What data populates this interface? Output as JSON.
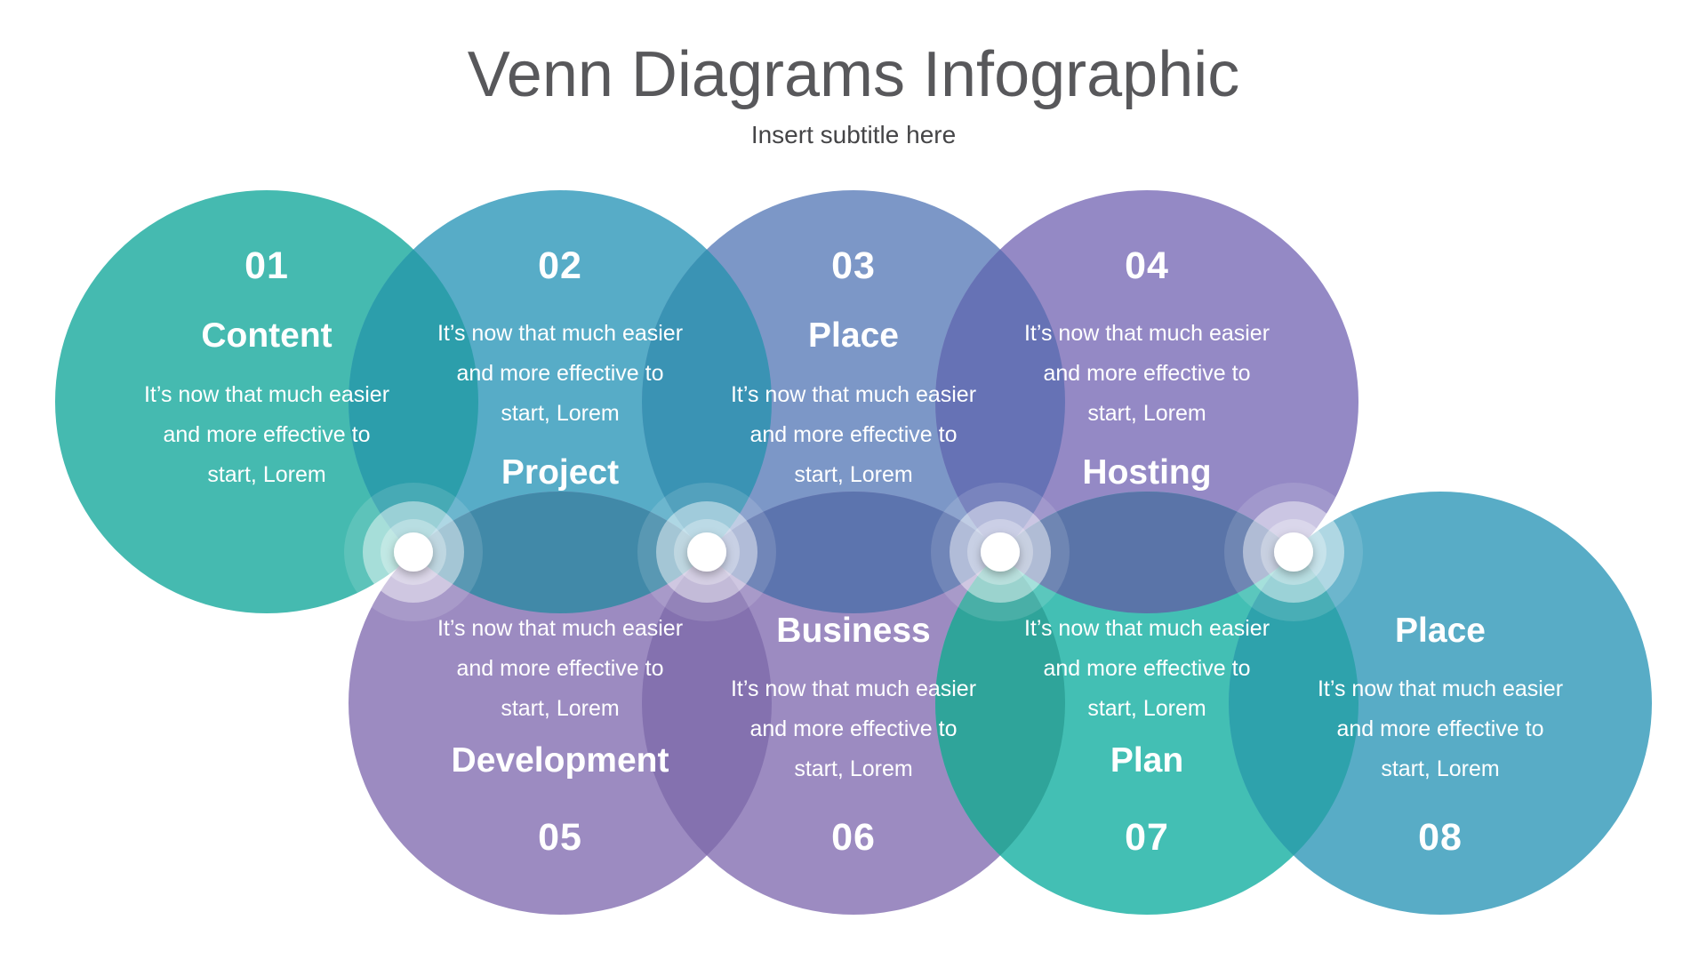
{
  "header": {
    "title": "Venn Diagrams Infographic",
    "subtitle": "Insert subtitle here"
  },
  "css_vars": {
    "background": "#FFFFFF",
    "title-color": "#58585B",
    "subtitle-color": "#454547",
    "circle-text-color": "#FFFFFF"
  },
  "circles": [
    {
      "number": "01",
      "name": "Content",
      "color": "#45BAB0",
      "body_lines": [
        "It’s now that much easier",
        "and more effective to",
        "start, Lorem"
      ]
    },
    {
      "number": "02",
      "name": "Project",
      "color": "#57ACC7",
      "body_lines": [
        "It’s now that much easier",
        "and more effective to",
        "start, Lorem"
      ]
    },
    {
      "number": "03",
      "name": "Place",
      "color": "#7C97C7",
      "body_lines": [
        "It’s now that much easier",
        "and more effective to",
        "start, Lorem"
      ]
    },
    {
      "number": "04",
      "name": "Hosting",
      "color": "#9489C5",
      "body_lines": [
        "It’s now that much easier",
        "and more effective to",
        "start, Lorem"
      ]
    },
    {
      "number": "05",
      "name": "Development",
      "color": "#9C8BC1",
      "body_lines": [
        "It’s now that much easier",
        "and more effective to",
        "start, Lorem"
      ]
    },
    {
      "number": "06",
      "name": "Business",
      "color": "#9C8BC1",
      "body_lines": [
        "It’s now that much easier",
        "and more effective to",
        "start, Lorem"
      ]
    },
    {
      "number": "07",
      "name": "Plan",
      "color": "#43BFB4",
      "body_lines": [
        "It’s now that much easier",
        "and more effective to",
        "start, Lorem"
      ]
    },
    {
      "number": "08",
      "name": "Place",
      "color": "#58ACC6",
      "body_lines": [
        "It’s now that much easier",
        "and more effective to",
        "start, Lorem"
      ]
    }
  ],
  "overlaps": [
    {
      "pair": "01-02",
      "color": "#2C9EAB"
    },
    {
      "pair": "02-03",
      "color": "#3A93B4"
    },
    {
      "pair": "03-04",
      "color": "#6672B5"
    },
    {
      "pair": "05-06",
      "color": "#8471AF"
    },
    {
      "pair": "06-07",
      "color": "#2FA49A"
    },
    {
      "pair": "07-08",
      "color": "#2EA2AC"
    },
    {
      "pair": "02-05",
      "color": "#4189A8"
    },
    {
      "pair": "03-06",
      "color": "#5C74AE"
    },
    {
      "pair": "04-07",
      "color": "#5A74A8"
    }
  ],
  "hub": {
    "core_color": "#FFFFFF",
    "tint_color": "#FFFFFF",
    "glow_opacity": "0.13",
    "ring_opacity": "0.45",
    "halo_opacity": "0.30"
  }
}
